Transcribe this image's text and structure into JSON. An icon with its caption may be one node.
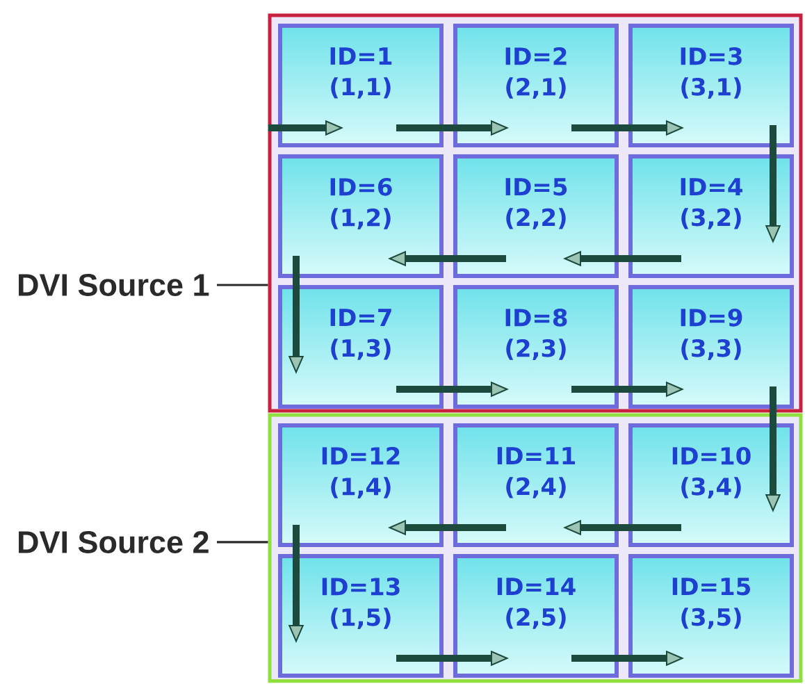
{
  "diagram": {
    "nodes": [
      {
        "text": [],
        "shape": "box"
      },
      {
        "text": [
          "DVI Source 1"
        ]
      },
      {
        "text": [
          "ID=1",
          "(1,1)"
        ],
        "in": 0
      },
      {
        "text": [
          "ID=2",
          "(2,1)"
        ],
        "in": 0
      },
      {
        "text": [
          "ID=3",
          "(3,1)"
        ],
        "in": 0
      },
      {
        "text": [
          "ID=6",
          "(1,2)"
        ],
        "in": 0
      },
      {
        "text": [
          "ID=5",
          "(2,2)"
        ],
        "in": 0
      },
      {
        "text": [
          "ID=4",
          "(3,2)"
        ],
        "in": 0
      },
      {
        "text": [
          "ID=7",
          "(1,3)"
        ],
        "in": 0
      },
      {
        "text": [
          "ID=8",
          "(2,3)"
        ],
        "in": 0
      },
      {
        "text": [
          "ID=9",
          "(3,3)"
        ],
        "in": 0
      },
      {
        "text": [],
        "shape": "box"
      },
      {
        "text": [
          "DVI Source 2"
        ]
      },
      {
        "text": [
          "ID=12",
          "(1,4)"
        ],
        "in": 11
      },
      {
        "text": [
          "ID=11",
          "(2,4)"
        ],
        "in": 11
      },
      {
        "text": [
          "ID=10",
          "(3,4)"
        ],
        "in": 11
      },
      {
        "text": [
          "ID=13",
          "(1,5)"
        ],
        "in": 11
      },
      {
        "text": [
          "ID=14",
          "(2,5)"
        ],
        "in": 11
      },
      {
        "text": [
          "ID=15",
          "(3,5)"
        ],
        "in": 11
      }
    ],
    "edges": [
      {
        "from": 1,
        "to": 0,
        "arrow": "none",
        "color": "#2a2a2a"
      },
      {
        "from": null,
        "to": 2,
        "arrow": "to"
      },
      {
        "from": 2,
        "to": 3,
        "arrow": "to"
      },
      {
        "from": 3,
        "to": 4,
        "arrow": "to"
      },
      {
        "from": 4,
        "to": 7,
        "arrow": "to"
      },
      {
        "from": 7,
        "to": 6,
        "arrow": "to"
      },
      {
        "from": 6,
        "to": 5,
        "arrow": "to"
      },
      {
        "from": 5,
        "to": 8,
        "arrow": "to"
      },
      {
        "from": 8,
        "to": 9,
        "arrow": "to"
      },
      {
        "from": 9,
        "to": 10,
        "arrow": "to"
      },
      {
        "from": 10,
        "to": 15,
        "arrow": "to"
      },
      {
        "from": 15,
        "to": 14,
        "arrow": "to"
      },
      {
        "from": 14,
        "to": 13,
        "arrow": "to"
      },
      {
        "from": 13,
        "to": 16,
        "arrow": "to"
      },
      {
        "from": 16,
        "to": 17,
        "arrow": "to"
      },
      {
        "from": 17,
        "to": 18,
        "arrow": "to"
      },
      {
        "from": 12,
        "to": 11,
        "arrow": "none",
        "color": "#2a2a2a"
      }
    ]
  }
}
